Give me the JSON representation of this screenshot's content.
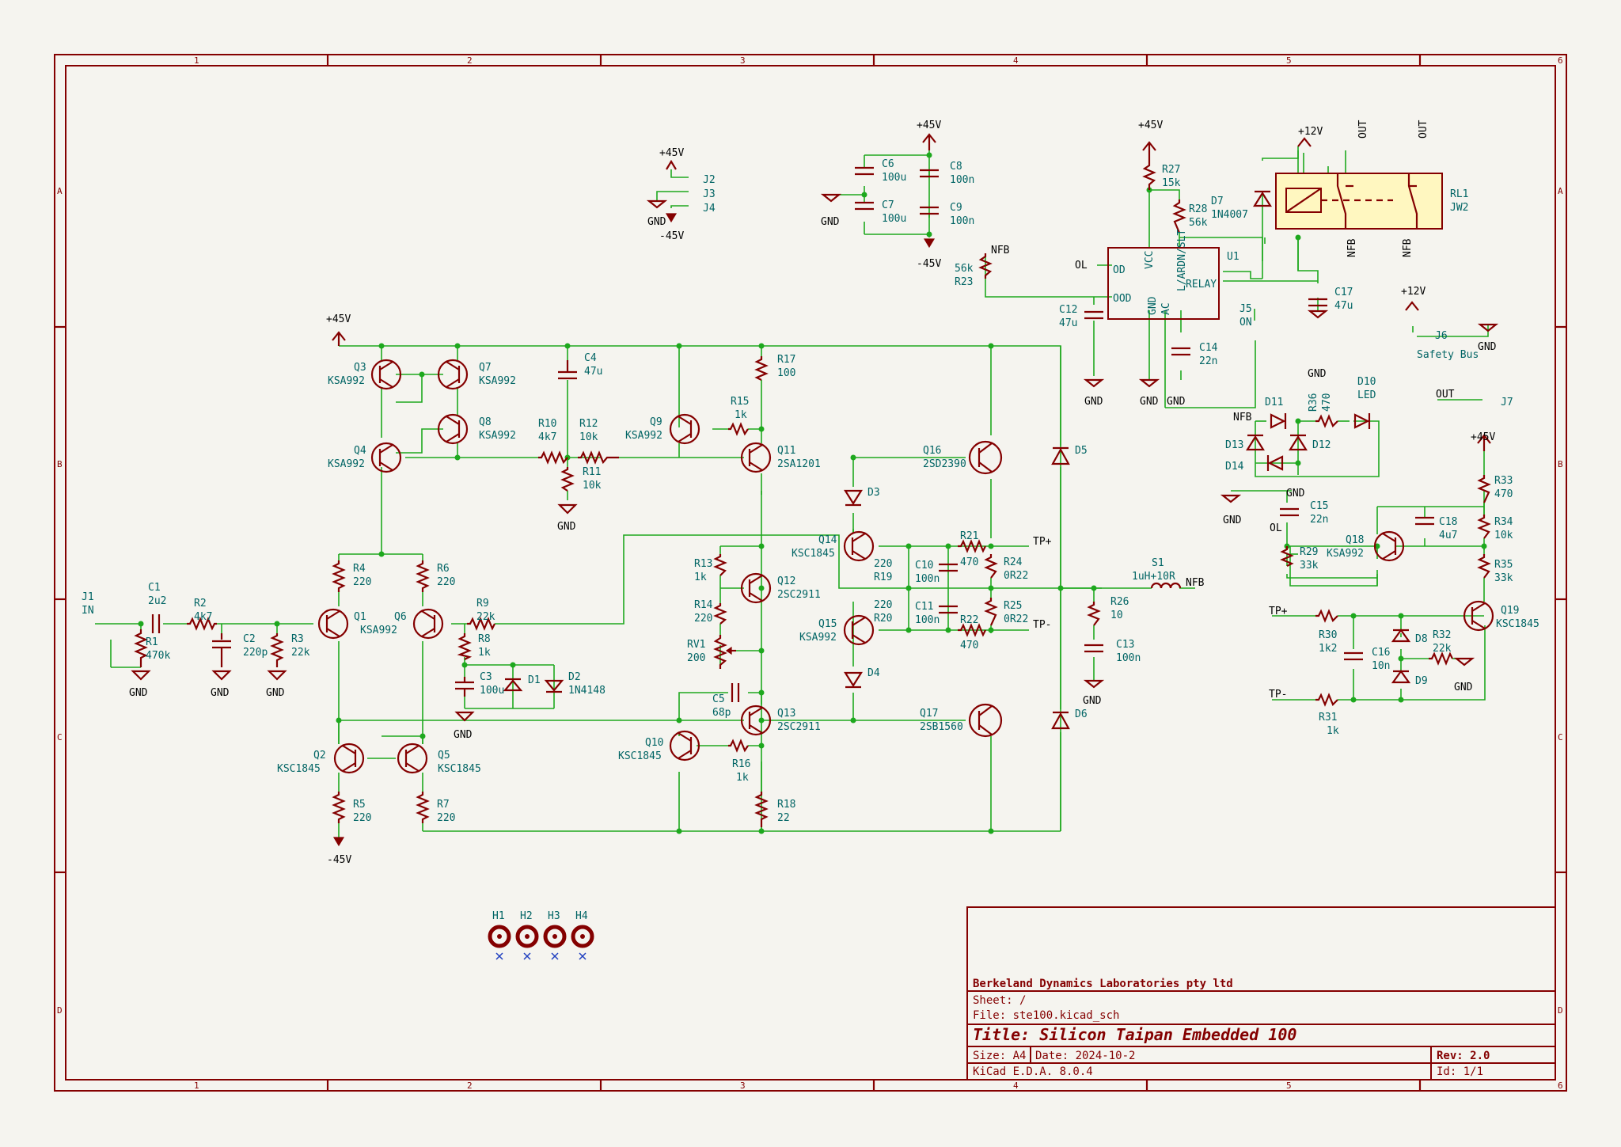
{
  "grid": {
    "columns": [
      "1",
      "2",
      "3",
      "4",
      "5",
      "6"
    ],
    "rows": [
      "A",
      "B",
      "C",
      "D"
    ]
  },
  "title_block": {
    "company": "Berkeland Dynamics Laboratories pty ltd",
    "sheet": "Sheet: /",
    "file": "File: ste100.kicad_sch",
    "title": "Title: Silicon Taipan Embedded 100",
    "size": "Size: A4",
    "date": "Date: 2024-10-2",
    "rev": "Rev: 2.0",
    "tool": "KiCad E.D.A. 8.0.4",
    "id": "Id: 1/1"
  },
  "power": {
    "p45": "+45V",
    "m45": "-45V",
    "gnd": "GND",
    "p12": "+12V"
  },
  "nets": {
    "nfb": "NFB",
    "tp_plus": "TP+",
    "tp_minus": "TP-",
    "out": "OUT",
    "ol": "OL"
  },
  "labels": {
    "J1": "J1",
    "J1v": "IN",
    "J2": "J2",
    "J3": "J3",
    "J4": "J4",
    "J5": "J5",
    "J5v": "ON",
    "J6": "J6",
    "J6v": "Safety Bus",
    "J7": "J7",
    "C1": "C1",
    "C1v": "2u2",
    "C2": "C2",
    "C2v": "220p",
    "C3": "C3",
    "C3v": "100u",
    "C4": "C4",
    "C4v": "47u",
    "C5": "C5",
    "C5v": "68p",
    "C6": "C6",
    "C6v": "100u",
    "C7": "C7",
    "C7v": "100u",
    "C8": "C8",
    "C8v": "100n",
    "C9": "C9",
    "C9v": "100n",
    "C10": "C10",
    "C10v": "100n",
    "C11": "C11",
    "C11v": "100n",
    "C12": "C12",
    "C12v": "47u",
    "C13": "C13",
    "C13v": "100n",
    "C14": "C14",
    "C14v": "22n",
    "C15": "C15",
    "C15v": "22n",
    "C16": "C16",
    "C16v": "10n",
    "C17": "C17",
    "C17v": "47u",
    "C18": "C18",
    "C18v": "4u7",
    "R1": "R1",
    "R1v": "470k",
    "R2": "R2",
    "R2v": "4k7",
    "R3": "R3",
    "R3v": "22k",
    "R4": "R4",
    "R4v": "220",
    "R5": "R5",
    "R5v": "220",
    "R6": "R6",
    "R6v": "220",
    "R7": "R7",
    "R7v": "220",
    "R8": "R8",
    "R8v": "1k",
    "R9": "R9",
    "R9v": "22k",
    "R10": "R10",
    "R10v": "4k7",
    "R11": "R11",
    "R11v": "10k",
    "R12": "R12",
    "R12v": "10k",
    "R13": "R13",
    "R13v": "1k",
    "R14": "R14",
    "R14v": "220",
    "R15": "R15",
    "R15v": "1k",
    "R16": "R16",
    "R16v": "1k",
    "R17": "R17",
    "R17v": "100",
    "R18": "R18",
    "R18v": "22",
    "R19": "R19",
    "R19v": "220",
    "R20": "R20",
    "R20v": "220",
    "R21": "R21",
    "R21v": "470",
    "R22": "R22",
    "R22v": "470",
    "R23": "R23",
    "R23v": "56k",
    "R24": "R24",
    "R24v": "0R22",
    "R25": "R25",
    "R25v": "0R22",
    "R26": "R26",
    "R26v": "10",
    "R27": "R27",
    "R27v": "15k",
    "R28": "R28",
    "R28v": "56k",
    "R29": "R29",
    "R29v": "33k",
    "R30": "R30",
    "R30v": "1k2",
    "R31": "R31",
    "R31v": "1k",
    "R32": "R32",
    "R32v": "22k",
    "R33": "R33",
    "R33v": "470",
    "R34": "R34",
    "R34v": "10k",
    "R35": "R35",
    "R35v": "33k",
    "R36": "R36",
    "R36v": "470",
    "RV1": "RV1",
    "RV1v": "200",
    "Q1": "Q1",
    "Q1v": "KSA992",
    "Q2": "Q2",
    "Q2v": "KSC1845",
    "Q3": "Q3",
    "Q3v": "KSA992",
    "Q4": "Q4",
    "Q4v": "KSA992",
    "Q5": "Q5",
    "Q5v": "KSC1845",
    "Q6": "Q6",
    "Q7": "Q7",
    "Q7v": "KSA992",
    "Q8": "Q8",
    "Q8v": "KSA992",
    "Q9": "Q9",
    "Q9v": "KSA992",
    "Q10": "Q10",
    "Q10v": "KSC1845",
    "Q11": "Q11",
    "Q11v": "2SA1201",
    "Q12": "Q12",
    "Q12v": "2SC2911",
    "Q13": "Q13",
    "Q13v": "2SC2911",
    "Q14": "Q14",
    "Q14v": "KSC1845",
    "Q15": "Q15",
    "Q15v": "KSA992",
    "Q16": "Q16",
    "Q16v": "2SD2390",
    "Q17": "Q17",
    "Q17v": "2SB1560",
    "Q18": "Q18",
    "Q18v": "KSA992",
    "Q19": "Q19",
    "Q19v": "KSC1845",
    "D1": "D1",
    "D2": "D2",
    "D2v": "1N4148",
    "D3": "D3",
    "D4": "D4",
    "D5": "D5",
    "D6": "D6",
    "D7": "D7",
    "D7v": "1N4007",
    "D8": "D8",
    "D9": "D9",
    "D10": "D10",
    "D10v": "LED",
    "D11": "D11",
    "D12": "D12",
    "D13": "D13",
    "D14": "D14",
    "S1": "S1",
    "S1v": "1uH+10R",
    "U1": "U1",
    "U1_vcc": "VCC",
    "U1_lardn": "L/ARDN/SLT",
    "U1_relay": "RELAY",
    "U1_od": "OD",
    "U1_ood": "OOD",
    "U1_gnd": "GND",
    "U1_ac": "AC",
    "RL1": "RL1",
    "RL1v": "JW2",
    "H1": "H1",
    "H2": "H2",
    "H3": "H3",
    "H4": "H4"
  }
}
